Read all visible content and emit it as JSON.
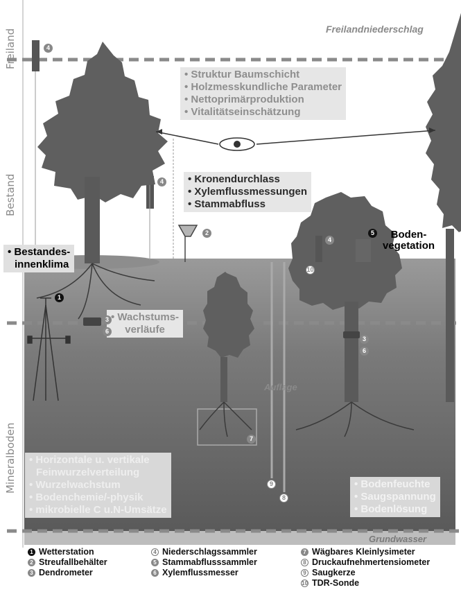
{
  "zones": {
    "freiland": "Freiland",
    "bestand": "Bestand",
    "mineralboden": "Mineralboden"
  },
  "headers": {
    "freilandniederschlag": "Freilandniederschlag",
    "auflage": "Auflage",
    "grundwasser": "Grundwasser"
  },
  "top_box": [
    "• Struktur Baumschicht",
    "• Holzmesskundliche Parameter",
    "• Nettoprimärproduktion",
    "• Vitalitätseinschätzung"
  ],
  "mid_box": [
    "• Kronendurchlass",
    "• Xylemflussmessungen",
    "• Stammabfluss"
  ],
  "klima_box": [
    "• Bestandes-",
    "innenklima"
  ],
  "wachstum_box": [
    "• Wachstums-",
    "verläufe"
  ],
  "boden_vegetation": [
    "Boden-",
    "vegetation"
  ],
  "root_box": [
    "• Horizontale u. vertikale",
    "Feinwurzelverteilung",
    "• Wurzelwachstum",
    "• Bodenchemie/-physik",
    "• mikrobielle C u.N-Umsätze"
  ],
  "soil_box": [
    "• Bodenfeuchte",
    "• Saugspannung",
    "• Bodenlösung"
  ],
  "badges": {
    "b1": "1",
    "b2": "2",
    "b3a": "3",
    "b3b": "3",
    "b4a": "4",
    "b4b": "4",
    "b4c": "4",
    "b5": "5",
    "b6a": "6",
    "b6b": "6",
    "b7": "7",
    "b8": "8",
    "b9": "9",
    "b10": "10"
  },
  "legend": {
    "col1": [
      {
        "num": "1",
        "text": "Wetterstation"
      },
      {
        "num": "2",
        "text": "Streufallbehälter"
      },
      {
        "num": "3",
        "text": "Dendrometer"
      }
    ],
    "col2": [
      {
        "num": "4",
        "text": "Niederschlagssammler"
      },
      {
        "num": "5",
        "text": "Stammabflusssammler"
      },
      {
        "num": "6",
        "text": "Xylemflussmesser"
      }
    ],
    "col3": [
      {
        "num": "7",
        "text": "Wägbares Kleinlysimeter"
      },
      {
        "num": "8",
        "text": "Druckaufnehmertensiometer"
      },
      {
        "num": "9",
        "text": "Saugkerze"
      },
      {
        "num": "10",
        "text": "TDR-Sonde"
      }
    ]
  },
  "colors": {
    "tree": "#5f5f5f",
    "trunk": "#5a5a5a",
    "soil_top": "#8a8a8a",
    "soil_bottom": "#5c5c5c",
    "dashed_line": "#8a8a8a",
    "box_bg": "#e6e6e6"
  }
}
